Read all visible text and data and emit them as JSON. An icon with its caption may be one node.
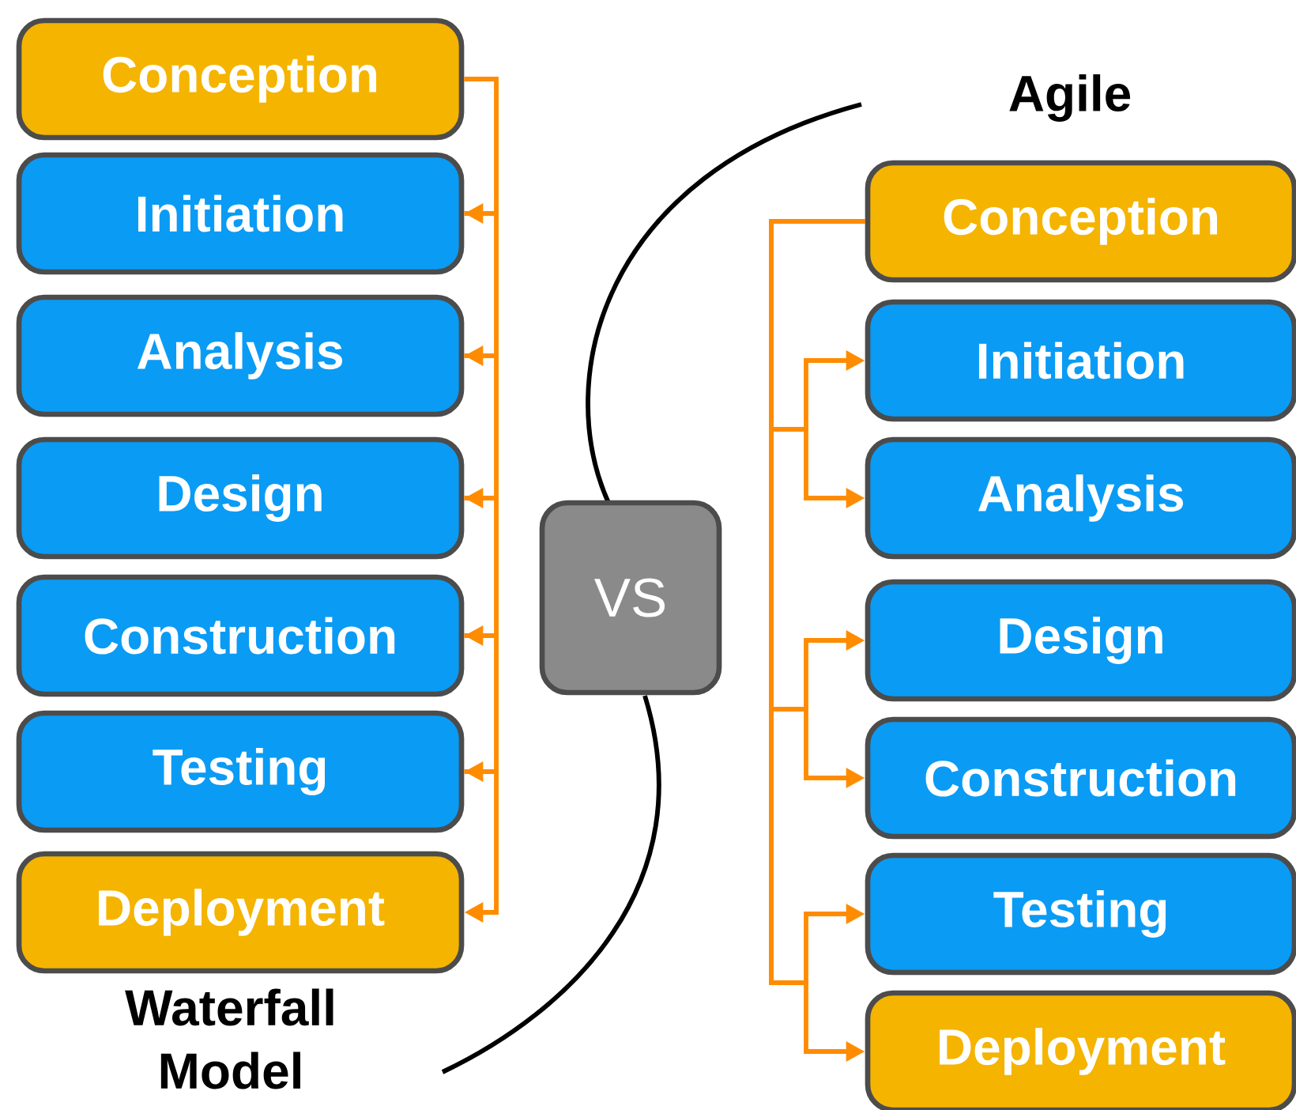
{
  "diagram": {
    "nodes": [
      {
        "text": [
          "Conception"
        ]
      },
      {
        "text": [
          "Initiation"
        ]
      },
      {
        "text": [
          "Analysis"
        ]
      },
      {
        "text": [
          "Design"
        ]
      },
      {
        "text": [
          "Construction"
        ]
      },
      {
        "text": [
          "Testing"
        ]
      },
      {
        "text": [
          "Deployment"
        ]
      },
      {
        "text": [
          "VS"
        ]
      },
      {
        "text": [
          "Conception"
        ]
      },
      {
        "text": [
          "Initiation"
        ]
      },
      {
        "text": [
          "Analysis"
        ]
      },
      {
        "text": [
          "Design"
        ]
      },
      {
        "text": [
          "Construction"
        ]
      },
      {
        "text": [
          "Testing"
        ]
      },
      {
        "text": [
          "Deployment"
        ]
      }
    ],
    "edges": [
      {
        "from": 0,
        "to": 1,
        "arrow": "to"
      },
      {
        "from": 1,
        "to": 2,
        "arrow": "to"
      },
      {
        "from": 2,
        "to": 3,
        "arrow": "to"
      },
      {
        "from": 3,
        "to": 4,
        "arrow": "to"
      },
      {
        "from": 4,
        "to": 5,
        "arrow": "to"
      },
      {
        "from": 5,
        "to": 6,
        "arrow": "to"
      },
      {
        "from": 8,
        "to": 9,
        "arrow": "to"
      },
      {
        "from": 8,
        "to": 10,
        "arrow": "to"
      },
      {
        "from": 8,
        "to": 11,
        "arrow": "to"
      },
      {
        "from": 8,
        "to": 12,
        "arrow": "to"
      },
      {
        "from": 8,
        "to": 13,
        "arrow": "to"
      },
      {
        "from": 8,
        "to": 14,
        "arrow": "to"
      }
    ],
    "labels": [
      "Agile",
      "Waterfall Model"
    ]
  }
}
